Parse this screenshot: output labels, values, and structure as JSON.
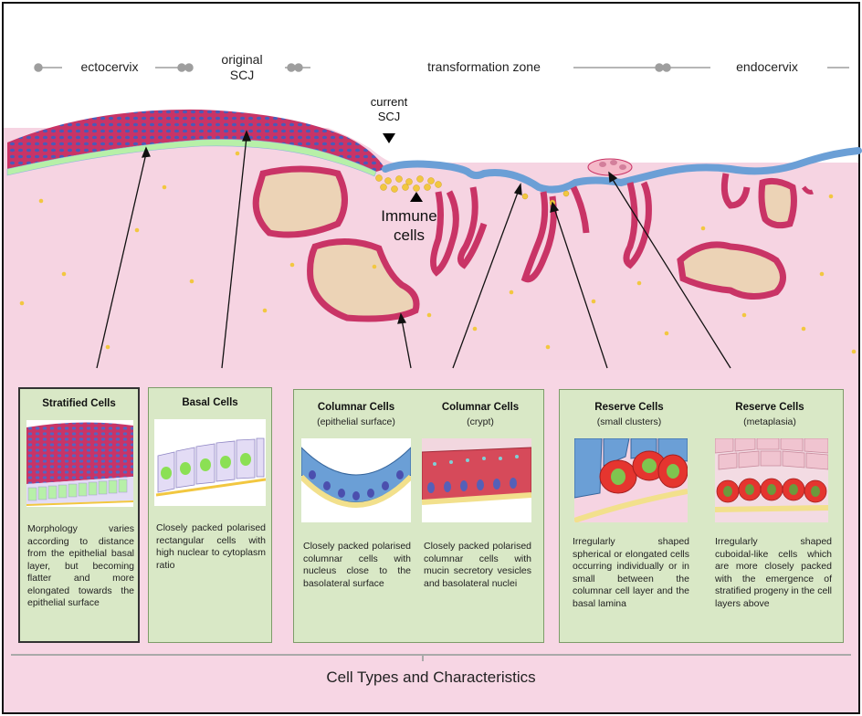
{
  "zones": {
    "ectocervix": "ectocervix",
    "original_scj": [
      "original",
      "SCJ"
    ],
    "transformation_zone": "transformation zone",
    "endocervix": "endocervix"
  },
  "callouts": {
    "current_scj": [
      "current",
      "SCJ"
    ],
    "immune_cells": [
      "Immune",
      "cells"
    ]
  },
  "panels": {
    "stratified": {
      "title": "Stratified Cells",
      "description": "Morphology varies according to distance from the epithelial basal layer, but becoming flatter and more elongated towards the epithelial surface"
    },
    "basal": {
      "title": "Basal Cells",
      "description": "Closely packed polarised rectangular cells with high nuclear to cytoplasm ratio"
    },
    "columnar_surface": {
      "title": "Columnar Cells",
      "subtitle": "(epithelial surface)",
      "description": "Closely packed polarised columnar cells with nucleus close to the basolateral surface"
    },
    "columnar_crypt": {
      "title": "Columnar Cells",
      "subtitle": "(crypt)",
      "description": "Closely packed polarised columnar cells with mucin secretory vesicles and basolateral nuclei"
    },
    "reserve_small": {
      "title": "Reserve Cells",
      "subtitle": "(small clusters)",
      "description": "Irregularly shaped spherical or elongated cells occurring individually or in small between the columnar cell layer and the basal lamina"
    },
    "reserve_meta": {
      "title": "Reserve Cells",
      "subtitle": "(metaplasia)",
      "description": "Irregularly shaped cuboidal-like cells which are more closely packed with the emergence of stratified progeny in the cell layers above"
    }
  },
  "footer": {
    "title": "Cell Types and Characteristics"
  },
  "colors": {
    "tissue": "#f6d4e2",
    "squamous": "#c93466",
    "columnar": "#6b9fd6",
    "basal": "#b7f0a8",
    "lumen": "#ecd3b6",
    "panel": "#d9e8c6",
    "immune": "#f2c740"
  }
}
